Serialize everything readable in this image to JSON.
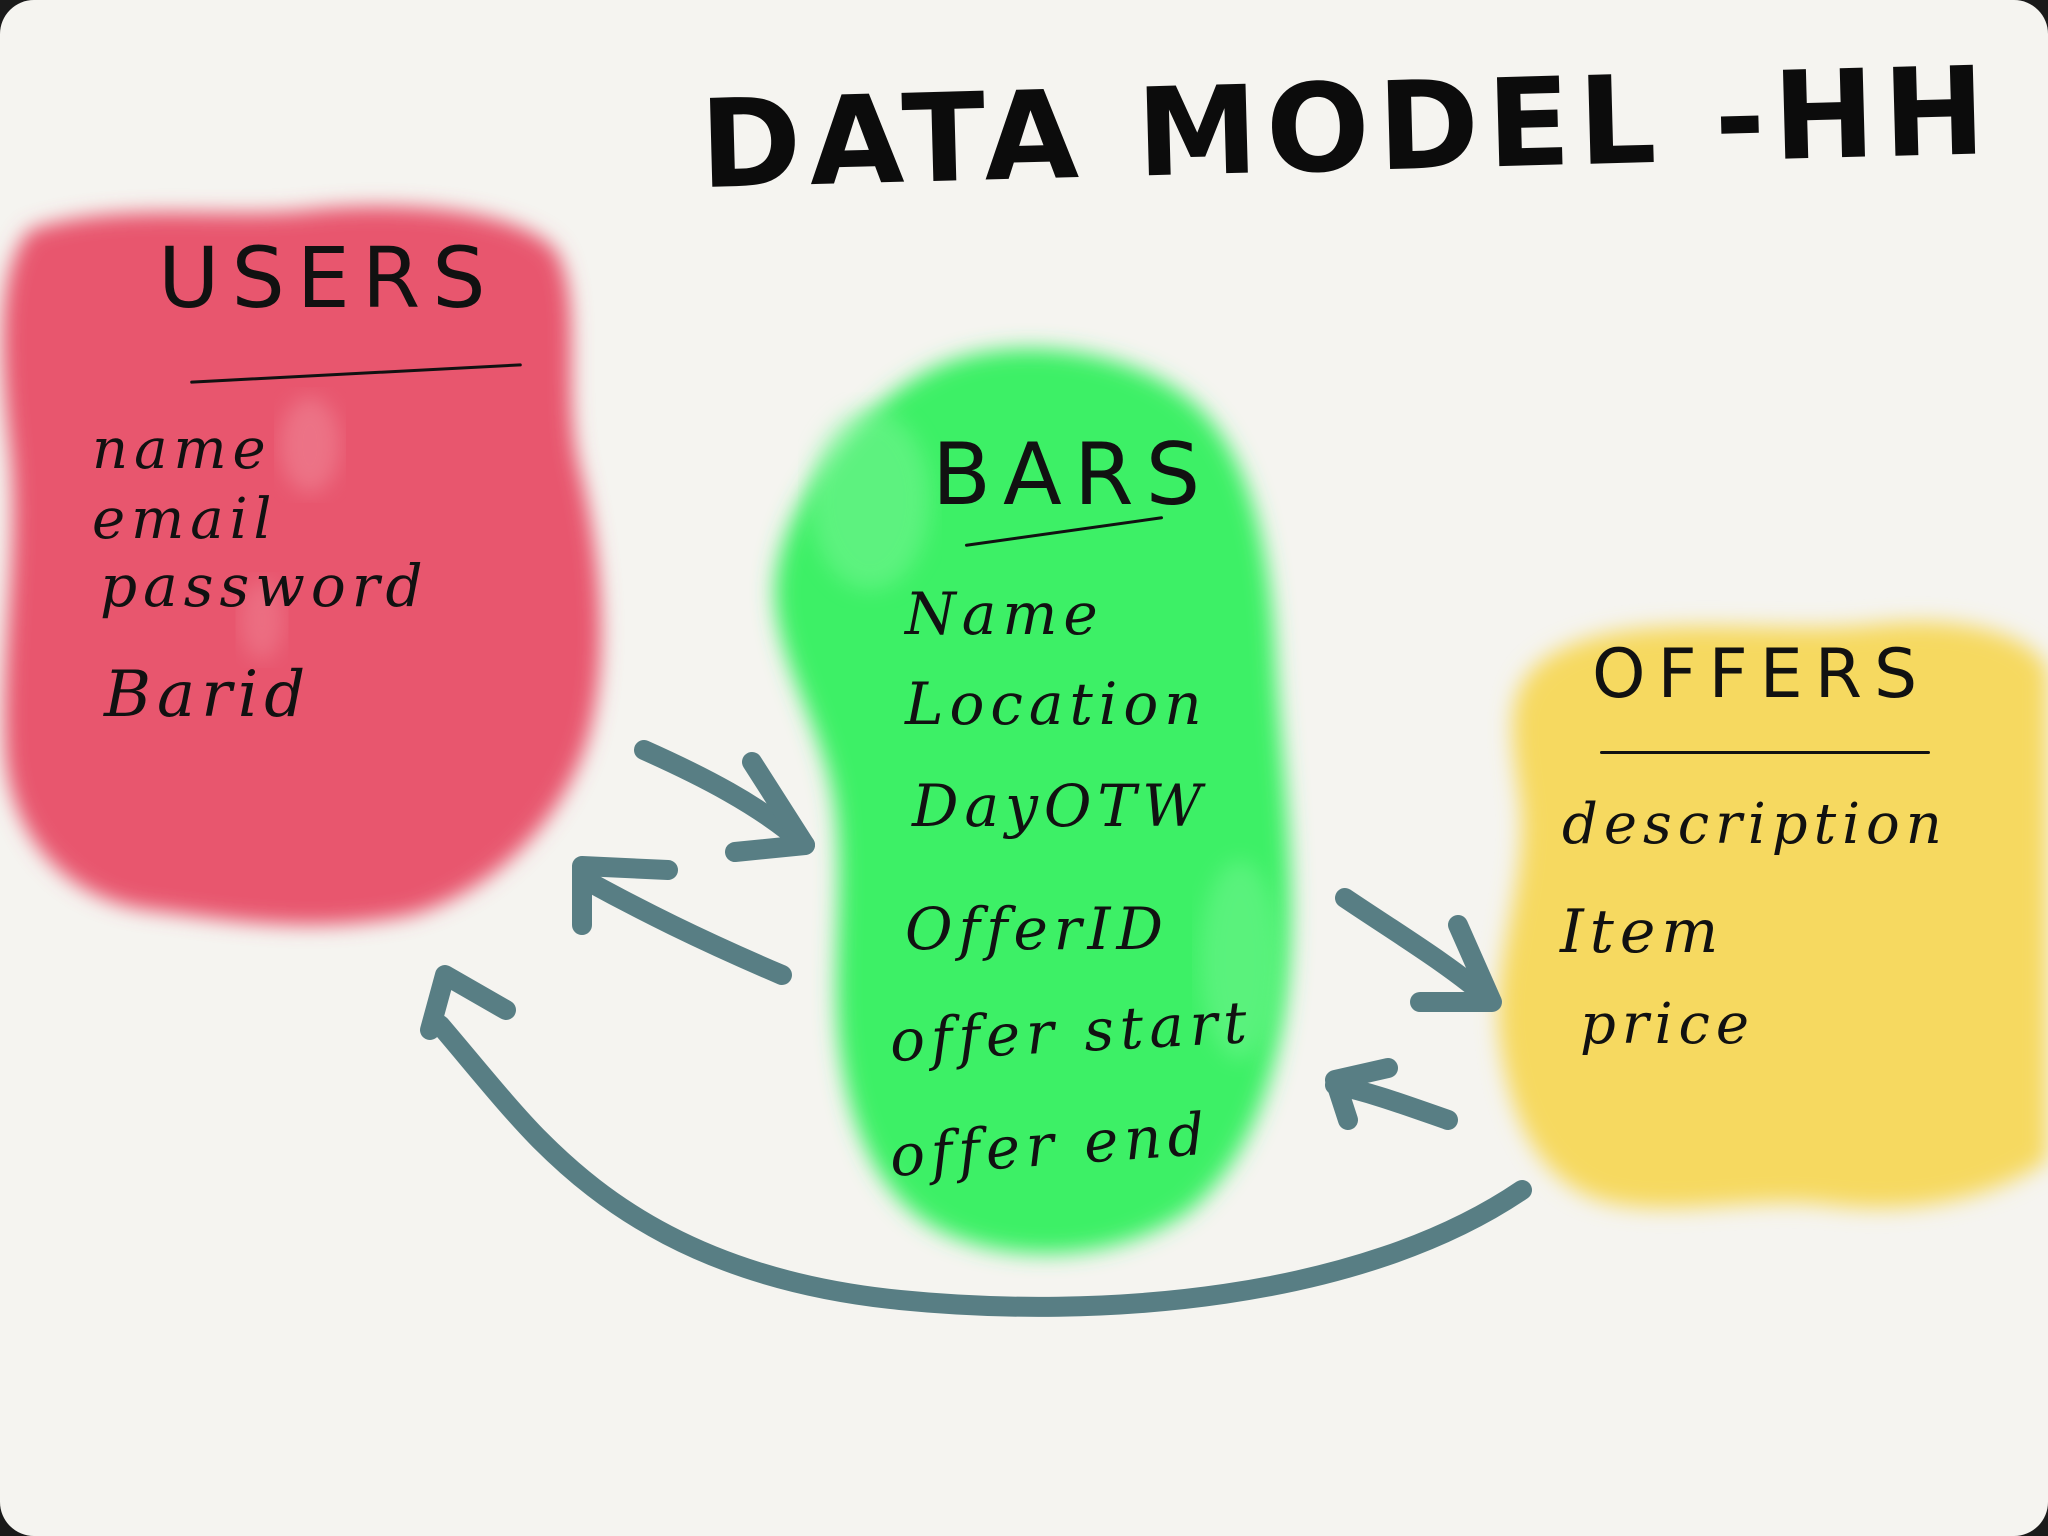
{
  "title": "DATA MODEL -HH",
  "colors": {
    "users": "#e8566e",
    "bars": "#3ef066",
    "offers": "#f6d961",
    "arrow": "#587e84",
    "background": "#f5f4f0"
  },
  "entities": {
    "users": {
      "title": "USERS",
      "fields": [
        "name",
        "email",
        "password",
        "Barid"
      ]
    },
    "bars": {
      "title": "BARS",
      "fields": [
        "Name",
        "Location",
        "DayOTW",
        "OfferID",
        "offer start",
        "offer end"
      ]
    },
    "offers": {
      "title": "OFFERS",
      "fields": [
        "description",
        "Item",
        "price"
      ]
    }
  },
  "relationships": [
    {
      "from": "users",
      "to": "bars"
    },
    {
      "from": "bars",
      "to": "users"
    },
    {
      "from": "bars",
      "to": "offers"
    },
    {
      "from": "offers",
      "to": "bars"
    },
    {
      "from": "offers",
      "to": "users"
    }
  ]
}
